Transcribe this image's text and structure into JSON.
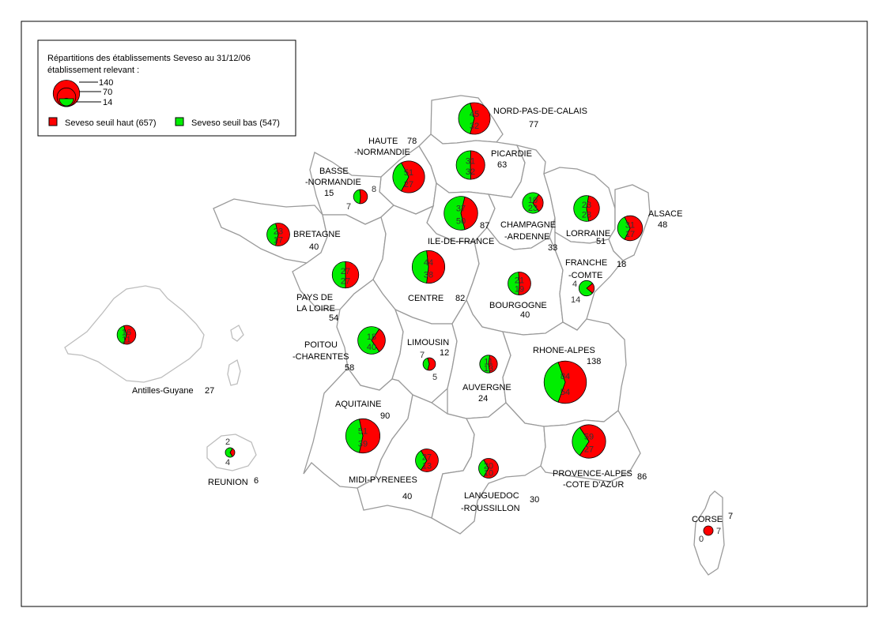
{
  "legend": {
    "title": "Répartitions des établissements Seveso au 31/12/06",
    "subtitle": "établissement relevant :",
    "scale": [
      "140",
      "70",
      "14"
    ],
    "high_label": "Seveso seuil haut (657)",
    "low_label": "Seveso seuil bas (547)"
  },
  "colors": {
    "high": "#ff0000",
    "low": "#00ee00"
  },
  "regions": [
    {
      "id": "nord-pas-de-calais",
      "name1": "NORD-PAS-DE-CALAIS",
      "name2": "",
      "total": "77",
      "high": 45,
      "low": 32
    },
    {
      "id": "picardie",
      "name1": "PICARDIE",
      "name2": "",
      "total": "63",
      "high": 31,
      "low": 32
    },
    {
      "id": "haute-normandie",
      "name1": "HAUTE",
      "name2": "-NORMANDIE",
      "total": "78",
      "high": 51,
      "low": 27
    },
    {
      "id": "basse-normandie",
      "name1": "BASSE",
      "name2": "-NORMANDIE",
      "total": "15",
      "high": 8,
      "low": 7
    },
    {
      "id": "ile-de-france",
      "name1": "ILE-DE-FRANCE",
      "name2": "",
      "total": "87",
      "high": 37,
      "low": 50
    },
    {
      "id": "champagne-ardenne",
      "name1": "CHAMPAGNE",
      "name2": "-ARDENNE",
      "total": "33",
      "high": 10,
      "low": 23
    },
    {
      "id": "lorraine",
      "name1": "LORRAINE",
      "name2": "",
      "total": "51",
      "high": 23,
      "low": 28
    },
    {
      "id": "alsace",
      "name1": "ALSACE",
      "name2": "",
      "total": "48",
      "high": 31,
      "low": 17
    },
    {
      "id": "bretagne",
      "name1": "BRETAGNE",
      "name2": "",
      "total": "40",
      "high": 23,
      "low": 17
    },
    {
      "id": "pays-de-la-loire",
      "name1": "PAYS DE",
      "name2": "LA LOIRE",
      "total": "54",
      "high": 27,
      "low": 27
    },
    {
      "id": "centre",
      "name1": "CENTRE",
      "name2": "",
      "total": "82",
      "high": 44,
      "low": 38
    },
    {
      "id": "bourgogne",
      "name1": "BOURGOGNE",
      "name2": "",
      "total": "40",
      "high": 21,
      "low": 19
    },
    {
      "id": "franche-comte",
      "name1": "FRANCHE",
      "name2": "-COMTE",
      "total": "18",
      "high": 4,
      "low": 14
    },
    {
      "id": "poitou-charentes",
      "name1": "POITOU",
      "name2": "-CHARENTES",
      "total": "58",
      "high": 18,
      "low": 40
    },
    {
      "id": "limousin",
      "name1": "LIMOUSIN",
      "name2": "",
      "total": "12",
      "high": 7,
      "low": 5
    },
    {
      "id": "auvergne",
      "name1": "AUVERGNE",
      "name2": "",
      "total": "24",
      "high": 11,
      "low": 13
    },
    {
      "id": "rhone-alpes",
      "name1": "RHONE-ALPES",
      "name2": "",
      "total": "138",
      "high": 84,
      "low": 54
    },
    {
      "id": "aquitaine",
      "name1": "AQUITAINE",
      "name2": "",
      "total": "90",
      "high": 51,
      "low": 39
    },
    {
      "id": "midi-pyrenees",
      "name1": "MIDI-PYRENEES",
      "name2": "",
      "total": "40",
      "high": 27,
      "low": 13
    },
    {
      "id": "languedoc-roussillon",
      "name1": "LANGUEDOC",
      "name2": "-ROUSSILLON",
      "total": "30",
      "high": 20,
      "low": 10
    },
    {
      "id": "provence-alpes-cote-azur",
      "name1": "PROVENCE-ALPES",
      "name2": "-COTE D'AZUR",
      "total": "86",
      "high": 59,
      "low": 27
    },
    {
      "id": "corse",
      "name1": "CORSE",
      "name2": "",
      "total": "7",
      "high": 7,
      "low": 0
    },
    {
      "id": "antilles-guyane",
      "name1": "Antilles-Guyane",
      "name2": "",
      "total": "27",
      "high": 16,
      "low": 11
    },
    {
      "id": "reunion",
      "name1": "REUNION",
      "name2": "",
      "total": "6",
      "high": 2,
      "low": 4
    }
  ]
}
